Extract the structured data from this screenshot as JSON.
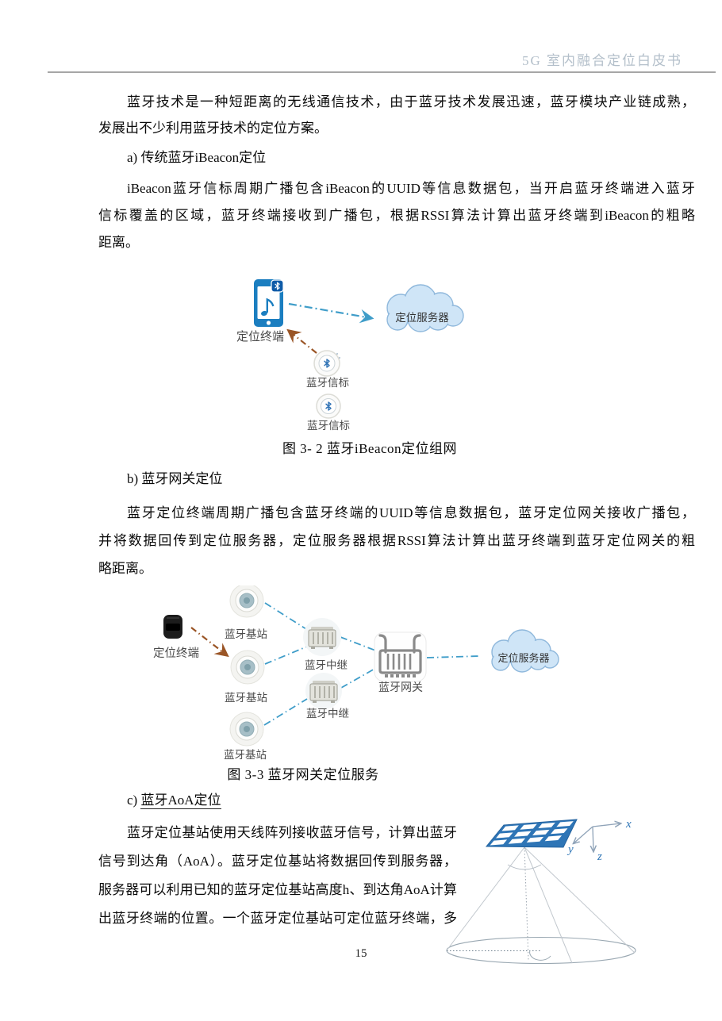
{
  "header": {
    "title": "5G 室内融合定位白皮书"
  },
  "sections": {
    "intro_lines": [
      "蓝牙技术是一种短距离的无线通信技术，由于蓝牙技术发展迅速，蓝牙模块产业链成熟，",
      "发展出不少利用蓝牙技术的定位方案。"
    ],
    "a_heading": "a) 传统蓝牙iBeacon定位",
    "a_lines": [
      "iBeacon蓝牙信标周期广播包含iBeacon的UUID等信息数据包，当开启蓝牙终端进入蓝牙",
      "信标覆盖的区域，蓝牙终端接收到广播包，根据RSSI算法计算出蓝牙终端到iBeacon的粗略",
      "距离。"
    ],
    "b_heading": "b) 蓝牙网关定位",
    "b_lines": [
      "蓝牙定位终端周期广播包含蓝牙终端的UUID等信息数据包，蓝牙定位网关接收广播包，",
      "并将数据回传到定位服务器，定位服务器根据RSSI算法计算出蓝牙终端到蓝牙定位网关的粗",
      "略距离。"
    ],
    "c_heading_prefix": "c) ",
    "c_heading_underlined": "蓝牙AoA定位",
    "c_lines": [
      "蓝牙定位基站使用天线阵列接收蓝牙信号，计算出蓝牙",
      "信号到达角（AoA）。蓝牙定位基站将数据回传到服务器，",
      "服务器可以利用已知的蓝牙定位基站高度h、到达角AoA计算",
      "出蓝牙终端的位置。一个蓝牙定位基站可定位蓝牙终端，多"
    ]
  },
  "figure32": {
    "caption": "图 3- 2 蓝牙iBeacon定位组网",
    "terminal_label": "定位终端",
    "server_label": "定位服务器",
    "beacon1_label": "蓝牙信标",
    "beacon2_label": "蓝牙信标"
  },
  "figure33": {
    "caption": "图 3-3 蓝牙网关定位服务",
    "terminal_label": "定位终端",
    "base_station_labels": [
      "蓝牙基站",
      "蓝牙基站",
      "蓝牙基站"
    ],
    "relay_labels": [
      "蓝牙中继",
      "蓝牙中继"
    ],
    "gateway_label": "蓝牙网关",
    "server_label": "定位服务器"
  },
  "figure_aoa": {
    "axis_x": "x",
    "axis_y": "y",
    "axis_z": "z"
  },
  "footer": {
    "page_number": "15"
  },
  "colors": {
    "header_text": "#b3bfca",
    "accent_blue": "#1b7ec0",
    "panel_blue": "#2e75b6",
    "dash_blue": "#3f9dc9",
    "dash_brown": "#9a5526",
    "cloud_fill": "#cfe5f7"
  }
}
